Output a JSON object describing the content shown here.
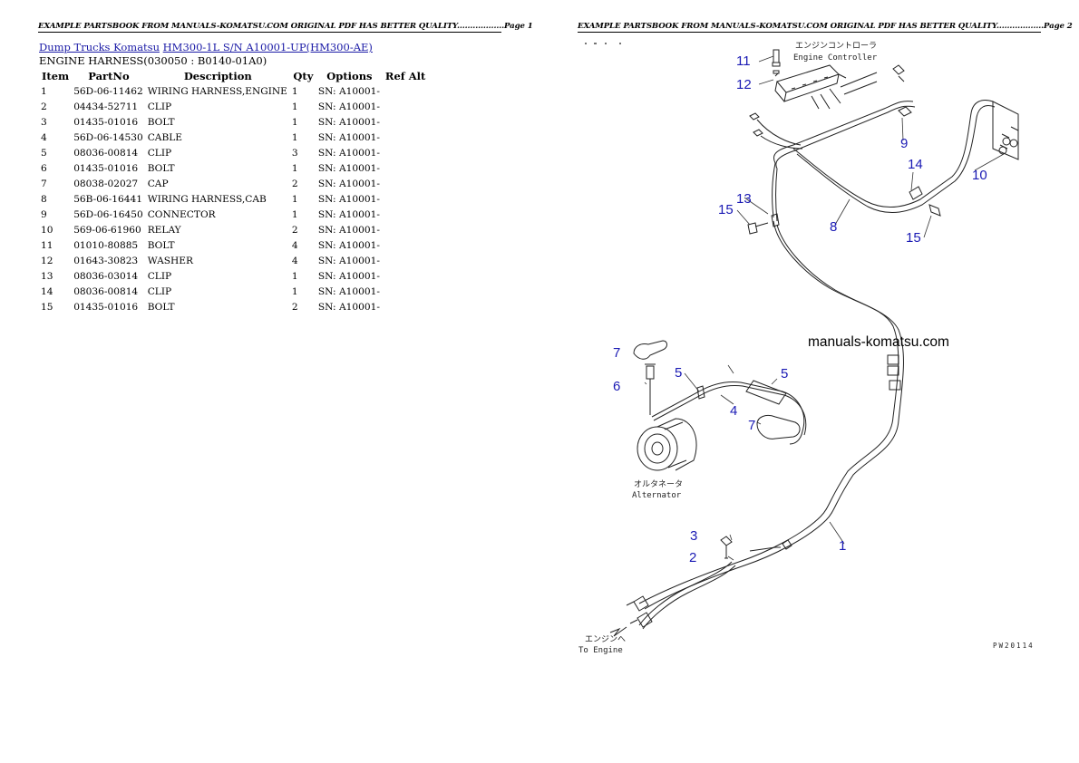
{
  "header_left": "EXAMPLE PARTSBOOK FROM MANUALS-KOMATSU.COM ORIGINAL PDF HAS BETTER QUALITY..................Page 1",
  "header_right": "EXAMPLE PARTSBOOK FROM MANUALS-KOMATSU.COM ORIGINAL PDF HAS BETTER QUALITY..................Page 2",
  "breadcrumb": {
    "link1": "Dump Trucks Komatsu",
    "link2": "HM300-1L S/N A10001-UP(HM300-AE)"
  },
  "subtitle": "ENGINE HARNESS(030050 : B0140-01A0)",
  "columns": [
    "Item",
    "PartNo",
    "Description",
    "Qty",
    "Options",
    "Ref Alt"
  ],
  "rows": [
    {
      "item": "1",
      "part": "56D-06-11462",
      "desc": "WIRING HARNESS,ENGINE",
      "qty": "1",
      "opt": "SN: A10001-"
    },
    {
      "item": "2",
      "part": "04434-52711",
      "desc": "CLIP",
      "qty": "1",
      "opt": "SN: A10001-"
    },
    {
      "item": "3",
      "part": "01435-01016",
      "desc": "BOLT",
      "qty": "1",
      "opt": "SN: A10001-"
    },
    {
      "item": "4",
      "part": "56D-06-14530",
      "desc": "CABLE",
      "qty": "1",
      "opt": "SN: A10001-"
    },
    {
      "item": "5",
      "part": "08036-00814",
      "desc": "CLIP",
      "qty": "3",
      "opt": "SN: A10001-"
    },
    {
      "item": "6",
      "part": "01435-01016",
      "desc": "BOLT",
      "qty": "1",
      "opt": "SN: A10001-"
    },
    {
      "item": "7",
      "part": "08038-02027",
      "desc": "CAP",
      "qty": "2",
      "opt": "SN: A10001-"
    },
    {
      "item": "8",
      "part": "56B-06-16441",
      "desc": "WIRING HARNESS,CAB",
      "qty": "1",
      "opt": "SN: A10001-"
    },
    {
      "item": "9",
      "part": "56D-06-16450",
      "desc": "CONNECTOR",
      "qty": "1",
      "opt": "SN: A10001-"
    },
    {
      "item": "10",
      "part": "569-06-61960",
      "desc": "RELAY",
      "qty": "2",
      "opt": "SN: A10001-"
    },
    {
      "item": "11",
      "part": "01010-80885",
      "desc": "BOLT",
      "qty": "4",
      "opt": "SN: A10001-"
    },
    {
      "item": "12",
      "part": "01643-30823",
      "desc": "WASHER",
      "qty": "4",
      "opt": "SN: A10001-"
    },
    {
      "item": "13",
      "part": "08036-03014",
      "desc": "CLIP",
      "qty": "1",
      "opt": "SN: A10001-"
    },
    {
      "item": "14",
      "part": "08036-00814",
      "desc": "CLIP",
      "qty": "1",
      "opt": "SN: A10001-"
    },
    {
      "item": "15",
      "part": "01435-01016",
      "desc": "BOLT",
      "qty": "2",
      "opt": "SN: A10001-"
    }
  ],
  "diagram": {
    "callouts": [
      "1",
      "2",
      "3",
      "4",
      "5",
      "5",
      "6",
      "7",
      "7",
      "8",
      "9",
      "10",
      "11",
      "12",
      "13",
      "14",
      "15",
      "15"
    ],
    "engine_controller_jp": "エンジンコントローラ",
    "engine_controller_en": "Engine Controller",
    "alternator_jp": "オルタネータ",
    "alternator_en": "Alternator",
    "to_engine_jp": "エンジンへ",
    "to_engine_en": "To Engine",
    "watermark": "manuals-komatsu.com",
    "drawing_code": "PW20114"
  },
  "colors": {
    "callout": "#1a1ab4",
    "link": "#1a1aa6"
  }
}
